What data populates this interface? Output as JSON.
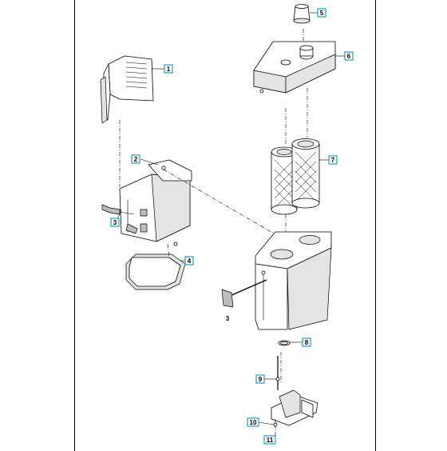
{
  "callouts": [
    {
      "id": "c1",
      "label": "1"
    },
    {
      "id": "c2",
      "label": "2"
    },
    {
      "id": "c3a",
      "label": "3"
    },
    {
      "id": "c3b",
      "label": "3"
    },
    {
      "id": "c4",
      "label": "4"
    },
    {
      "id": "c5",
      "label": "5"
    },
    {
      "id": "c6",
      "label": "6"
    },
    {
      "id": "c7",
      "label": "7"
    },
    {
      "id": "c8",
      "label": "8"
    },
    {
      "id": "c9",
      "label": "9"
    },
    {
      "id": "c10",
      "label": "10"
    },
    {
      "id": "c11",
      "label": "11"
    }
  ],
  "colors": {
    "callout_border": "#2a9bb6",
    "line": "#000000",
    "shade": "#e4e4e4"
  }
}
